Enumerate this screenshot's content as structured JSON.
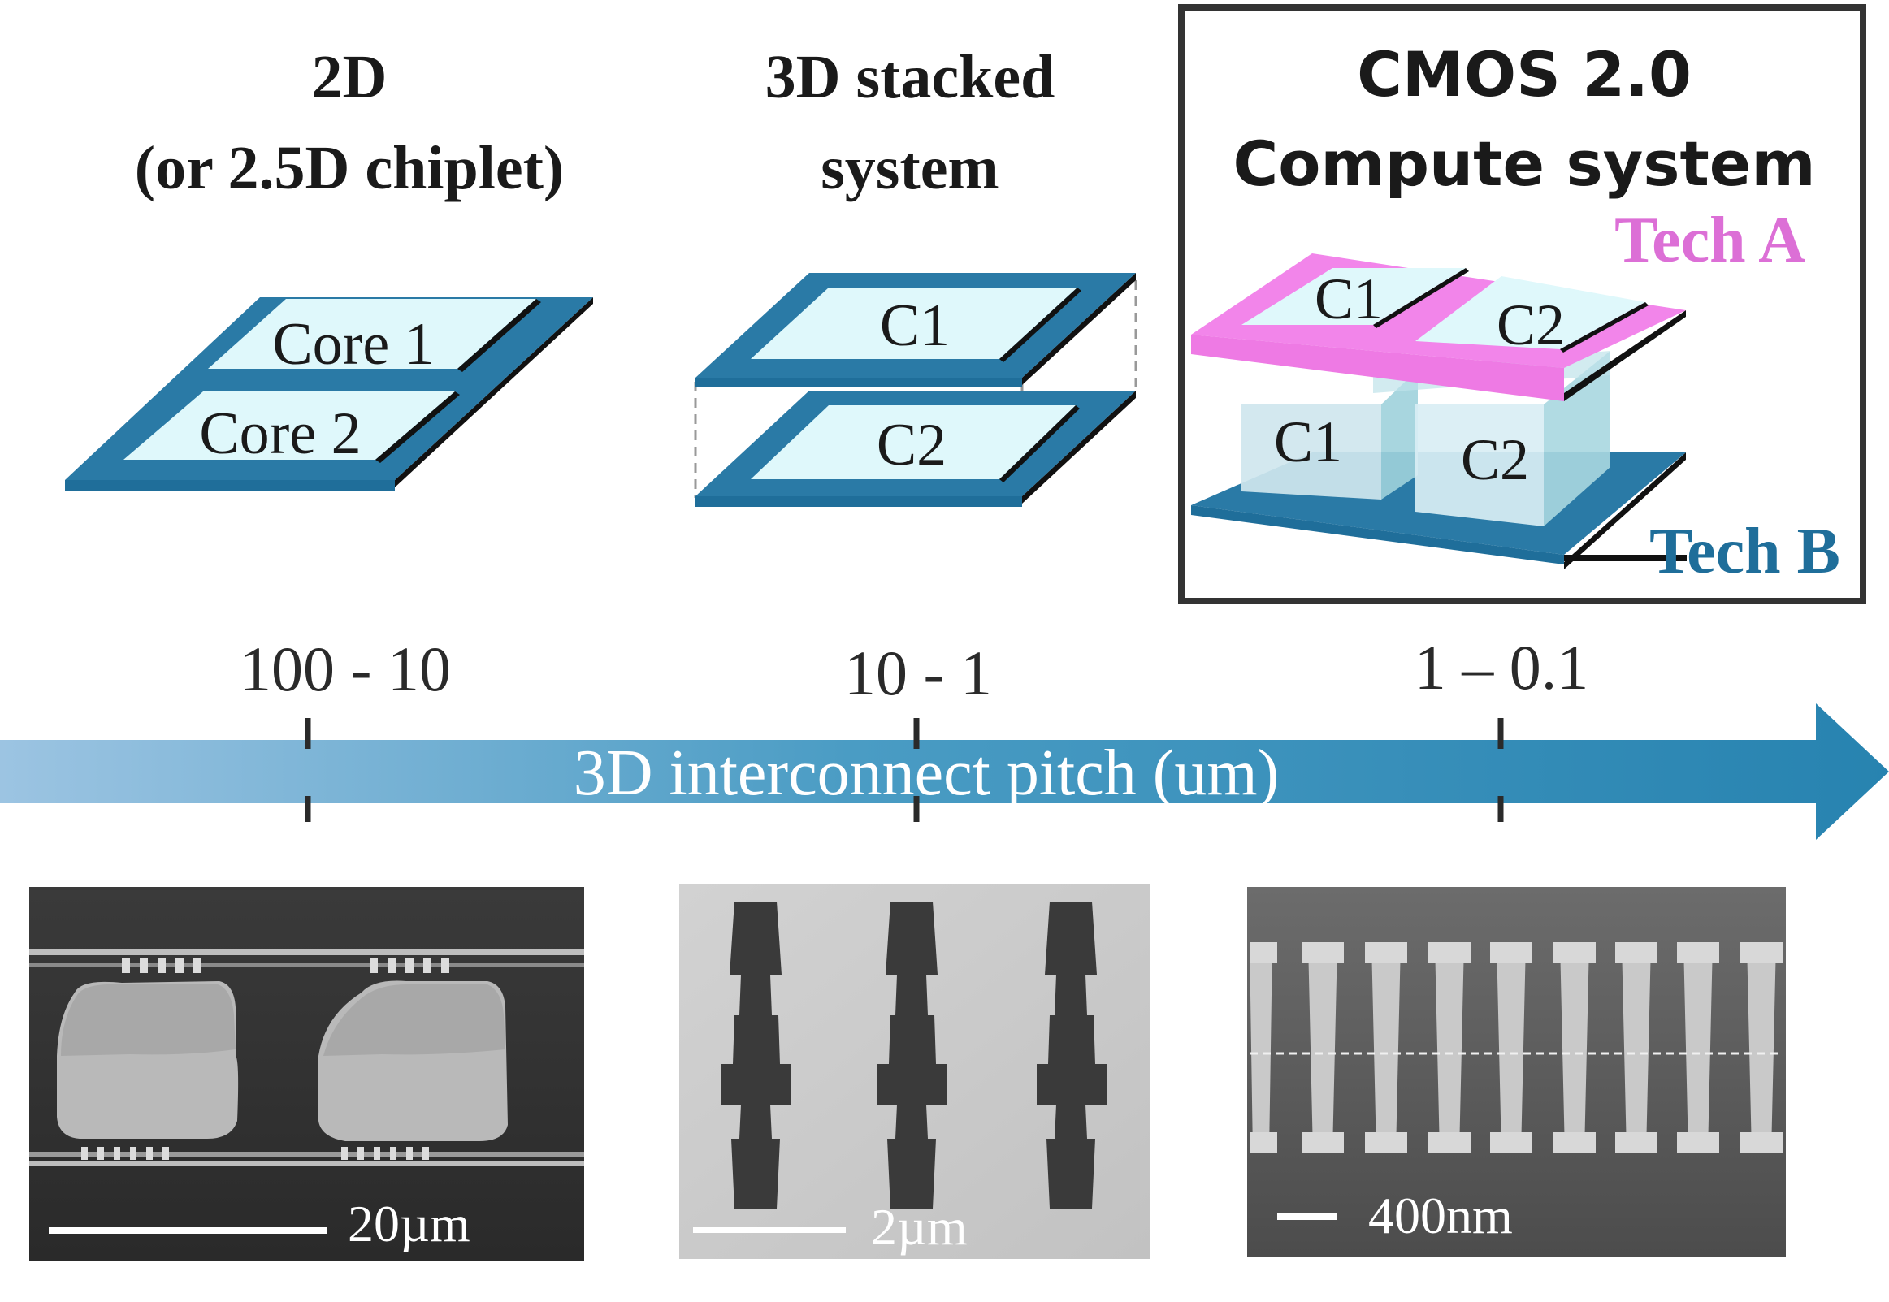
{
  "columns": {
    "two_d": {
      "title_line1": "2D",
      "title_line2": "(or 2.5D chiplet)",
      "core1": "Core 1",
      "core2": "Core 2"
    },
    "stacked": {
      "title_line1": "3D stacked",
      "title_line2": "system",
      "chip1": "C1",
      "chip2": "C2"
    },
    "cmos": {
      "title_line1": "CMOS 2.0",
      "title_line2": "Compute system",
      "tech_a": "Tech A",
      "tech_b": "Tech B",
      "top_c1": "C1",
      "top_c2": "C2",
      "bottom_c1": "C1",
      "bottom_c2": "C2"
    }
  },
  "axis": {
    "label": "3D interconnect pitch (um)",
    "ticks": [
      "100 - 10",
      "10 - 1",
      "1 – 0.1"
    ]
  },
  "micrographs": {
    "solder": {
      "scale": "20µm"
    },
    "hybrid": {
      "scale": "2µm"
    },
    "fine": {
      "scale": "400nm"
    }
  },
  "colors": {
    "chip_blue": "#2a7aa6",
    "chip_blue_dark": "#1f5f86",
    "die_face": "#dff8fb",
    "tech_a_pink": "#f07ee6",
    "tech_a_text": "#dc6fd6",
    "tech_b_text": "#1f6e9a",
    "arrow_light": "#97c1e0",
    "arrow_dark": "#2a86b2"
  }
}
